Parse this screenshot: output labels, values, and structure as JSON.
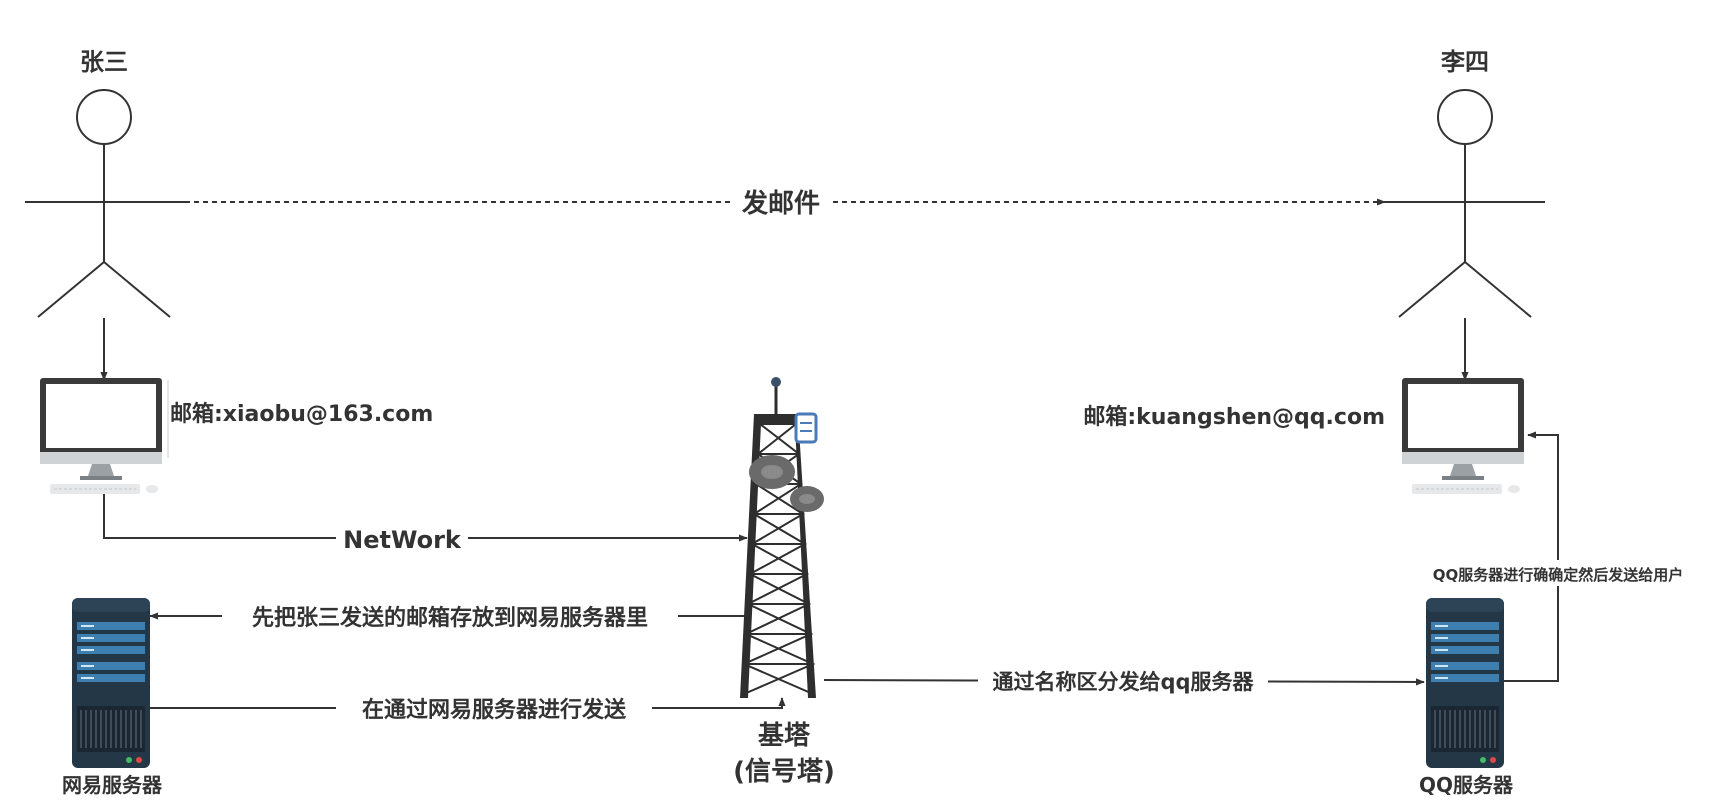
{
  "labels": {
    "user_left": "张三",
    "user_right": "李四",
    "send_mail": "发邮件",
    "email_left": "邮箱:xiaobu@163.com",
    "email_right": "邮箱:kuangshen@qq.com",
    "network": "NetWork",
    "store_netease": "先把张三发送的邮箱存放到网易服务器里",
    "via_netease": "在通过网易服务器进行发送",
    "by_name": "通过名称区分发给qq服务器",
    "qq_confirm": "QQ服务器进行确确定然后发送给用户",
    "tower_line1": "基塔",
    "tower_line2": "(信号塔)",
    "server_left": "网易服务器",
    "server_right": "QQ服务器"
  },
  "icons": {
    "person": "stick-figure-icon",
    "computer": "desktop-computer-icon",
    "server": "server-rack-icon",
    "tower": "signal-tower-icon"
  },
  "colors": {
    "line": "#333333",
    "text": "#333333",
    "monitor_frame": "#3a3a3a",
    "server_body": "#243746",
    "server_slot": "#3d7fb0",
    "tower_steel": "#2e2e2e",
    "tower_beacon": "#4a7ab8"
  }
}
